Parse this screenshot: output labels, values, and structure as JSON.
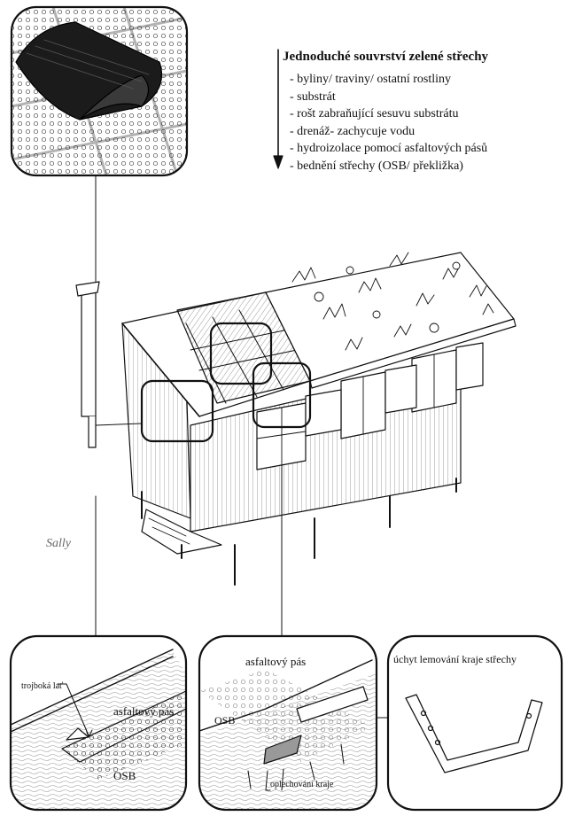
{
  "legend": {
    "title": "Jednoduché souvrství zelené střechy",
    "layers": [
      "- byliny/ traviny/ ostatní rostliny",
      "- substrát",
      "- rošt zabraňující sesuvu substrátu",
      "- drenáž- zachycuje vodu",
      "- hydroizolace pomocí asfaltových pásů",
      "- bednění střechy (OSB/ překližka)"
    ]
  },
  "author": "Sally",
  "detail_left": {
    "label_batten": "trojboká lať",
    "label_asphalt": "asfaltový pás",
    "label_osb": "OSB"
  },
  "detail_middle": {
    "label_asphalt": "asfaltový pás",
    "label_osb": "OSB",
    "label_flashing": "oplechování kraje"
  },
  "detail_right": {
    "title": "úchyt lemování kraje střechy"
  }
}
